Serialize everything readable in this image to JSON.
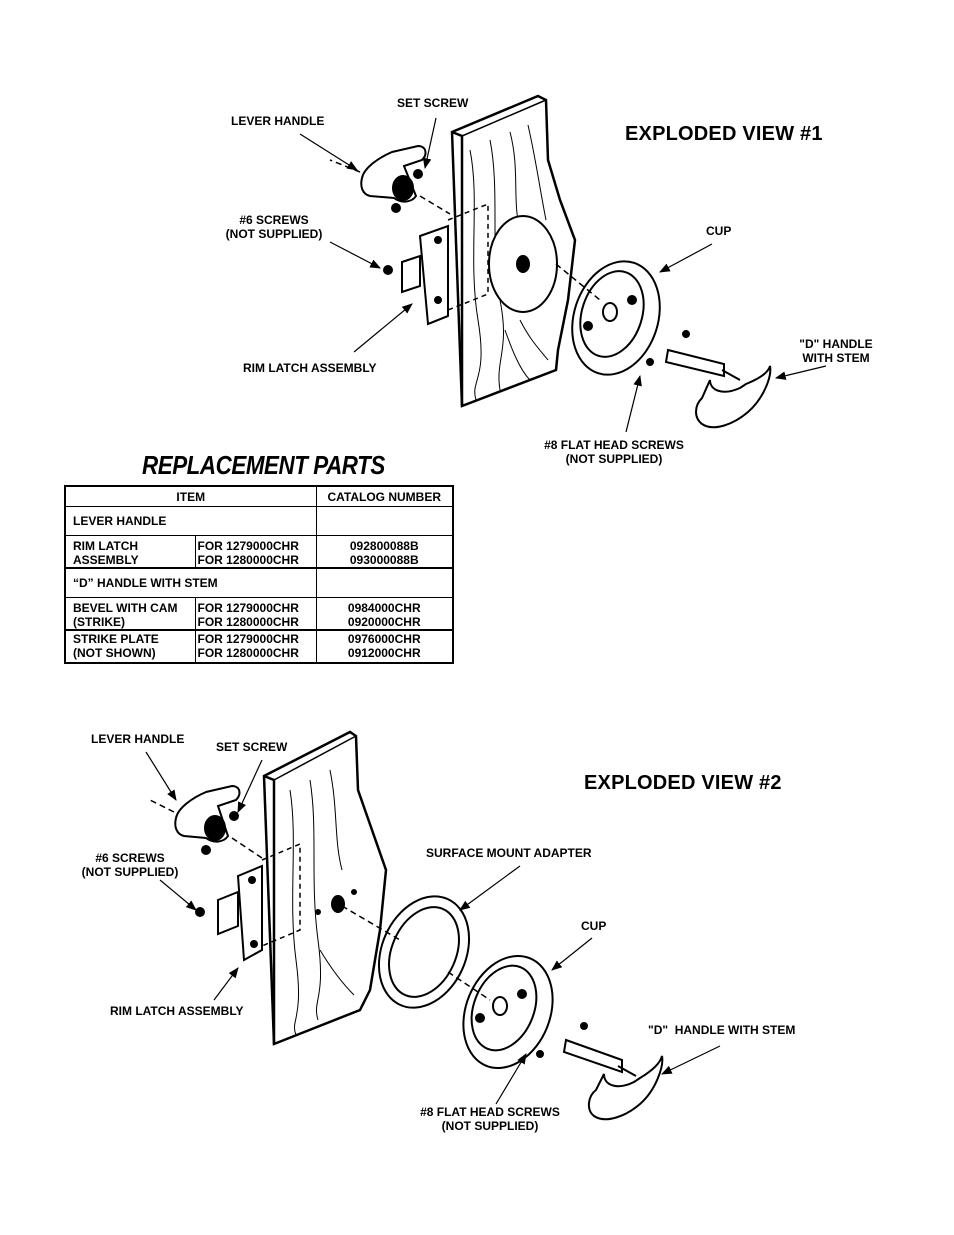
{
  "view1": {
    "title": "EXPLODED VIEW #1",
    "labels": {
      "lever_handle": "LEVER HANDLE",
      "set_screw": "SET SCREW",
      "screws6_line1": "#6 SCREWS",
      "screws6_line2": "(NOT SUPPLIED)",
      "rim_latch": "RIM LATCH ASSEMBLY",
      "cup": "CUP",
      "d_handle_line1": "\"D\" HANDLE",
      "d_handle_line2": "WITH STEM",
      "screws8_line1": "#8 FLAT HEAD SCREWS",
      "screws8_line2": "(NOT SUPPLIED)"
    }
  },
  "replacement": {
    "title": "REPLACEMENT PARTS",
    "headers": {
      "item": "ITEM",
      "catalog": "CATALOG NUMBER"
    },
    "rows": [
      {
        "item": "LEVER HANDLE"
      },
      {
        "item1": "RIM LATCH",
        "item2": "ASSEMBLY",
        "for1": "FOR 1279000CHR",
        "for2": "FOR 1280000CHR",
        "cat1": "092800088B",
        "cat2": "093000088B"
      },
      {
        "item": "“D” HANDLE WITH STEM"
      },
      {
        "item1": "BEVEL WITH CAM",
        "item2": "(STRIKE)",
        "for1": "FOR 1279000CHR",
        "for2": "FOR 1280000CHR",
        "cat1": "0984000CHR",
        "cat2": "0920000CHR"
      },
      {
        "item1": "STRIKE PLATE",
        "item2": "(NOT SHOWN)",
        "for1": "FOR 1279000CHR",
        "for2": "FOR 1280000CHR",
        "cat1": "0976000CHR",
        "cat2": "0912000CHR"
      }
    ]
  },
  "view2": {
    "title": "EXPLODED VIEW #2",
    "labels": {
      "lever_handle": "LEVER HANDLE",
      "set_screw": "SET SCREW",
      "screws6_line1": "#6 SCREWS",
      "screws6_line2": "(NOT SUPPLIED)",
      "rim_latch": "RIM LATCH ASSEMBLY",
      "adapter": "SURFACE MOUNT ADAPTER",
      "cup": "CUP",
      "d_handle": "\"D\"  HANDLE WITH STEM",
      "screws8_line1": "#8 FLAT HEAD SCREWS",
      "screws8_line2": "(NOT SUPPLIED)"
    }
  }
}
